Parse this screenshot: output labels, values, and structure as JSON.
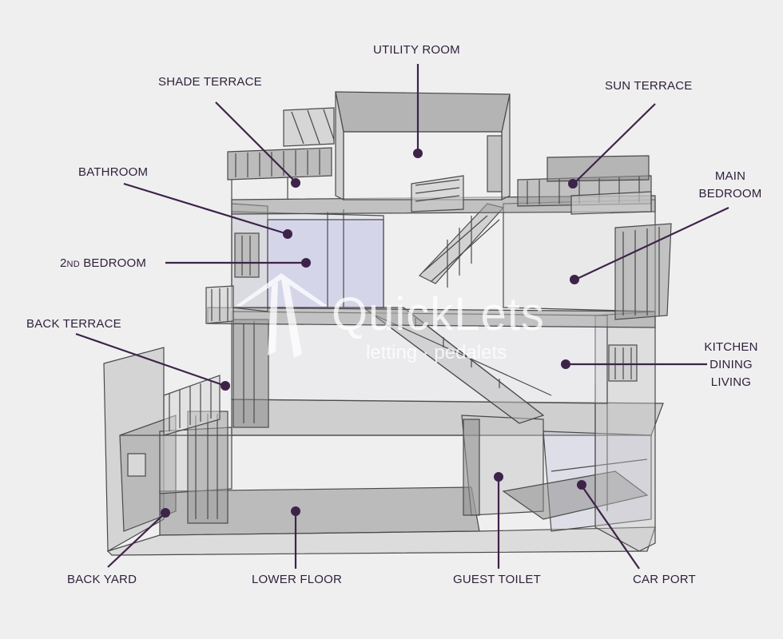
{
  "diagram": {
    "labels": {
      "utility_room": "UTILITY ROOM",
      "shade_terrace": "SHADE TERRACE",
      "sun_terrace": "SUN TERRACE",
      "bathroom": "BATHROOM",
      "main_bedroom_1": "MAIN",
      "main_bedroom_2": "BEDROOM",
      "second_bedroom_num": "2",
      "second_bedroom_sup": "ND",
      "second_bedroom_word": " BEDROOM",
      "back_terrace": "BACK TERRACE",
      "kitchen_1": "KITCHEN",
      "kitchen_2": "DINING",
      "kitchen_3": "LIVING",
      "back_yard": "BACK YARD",
      "lower_floor": "LOWER FLOOR",
      "guest_toilet": "GUEST TOILET",
      "car_port": "CAR PORT"
    },
    "watermark": {
      "brand": "QuickLets",
      "tagline": "letting · pedalets"
    },
    "colors": {
      "background": "#efefef",
      "label_text": "#2f1f3c",
      "pointer": "#3d2349",
      "structure_line": "#4a4a4a",
      "wall_fill": "#b8b8b8",
      "glass_fill": "#c8c8e6"
    }
  }
}
